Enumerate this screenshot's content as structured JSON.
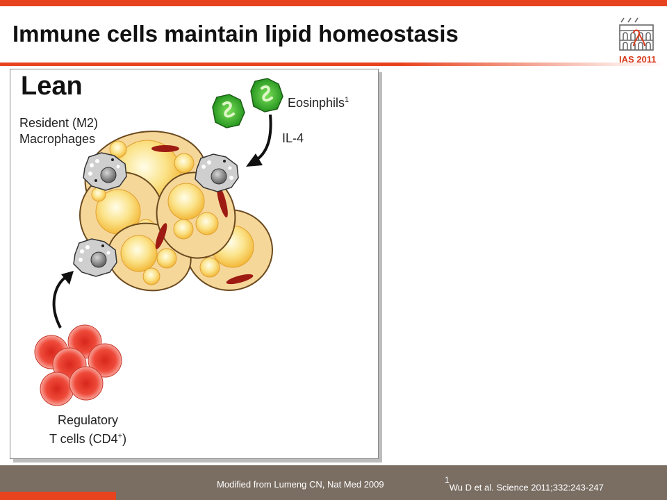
{
  "header": {
    "title": "Immune cells maintain lipid homeostasis",
    "logo_text": "IAS 2011",
    "accent_color": "#e8431f"
  },
  "panel": {
    "title": "Lean",
    "labels": {
      "macrophages_line1": "Resident (M2)",
      "macrophages_line2": "Macrophages",
      "eosinophils": "Eosinphils",
      "eosinophils_sup": "1",
      "il4": "IL-4",
      "treg_line1": "Regulatory",
      "treg_line2_pre": "T cells (CD4",
      "treg_line2_sup": "+",
      "treg_line2_post": ")"
    }
  },
  "footer": {
    "left_text": "Modified from Lumeng CN, Nat Med 2009",
    "right_sup": "1",
    "right_text": "Wu D et al.  Science 2011;332:243-247",
    "background_color": "#7a6e63"
  }
}
